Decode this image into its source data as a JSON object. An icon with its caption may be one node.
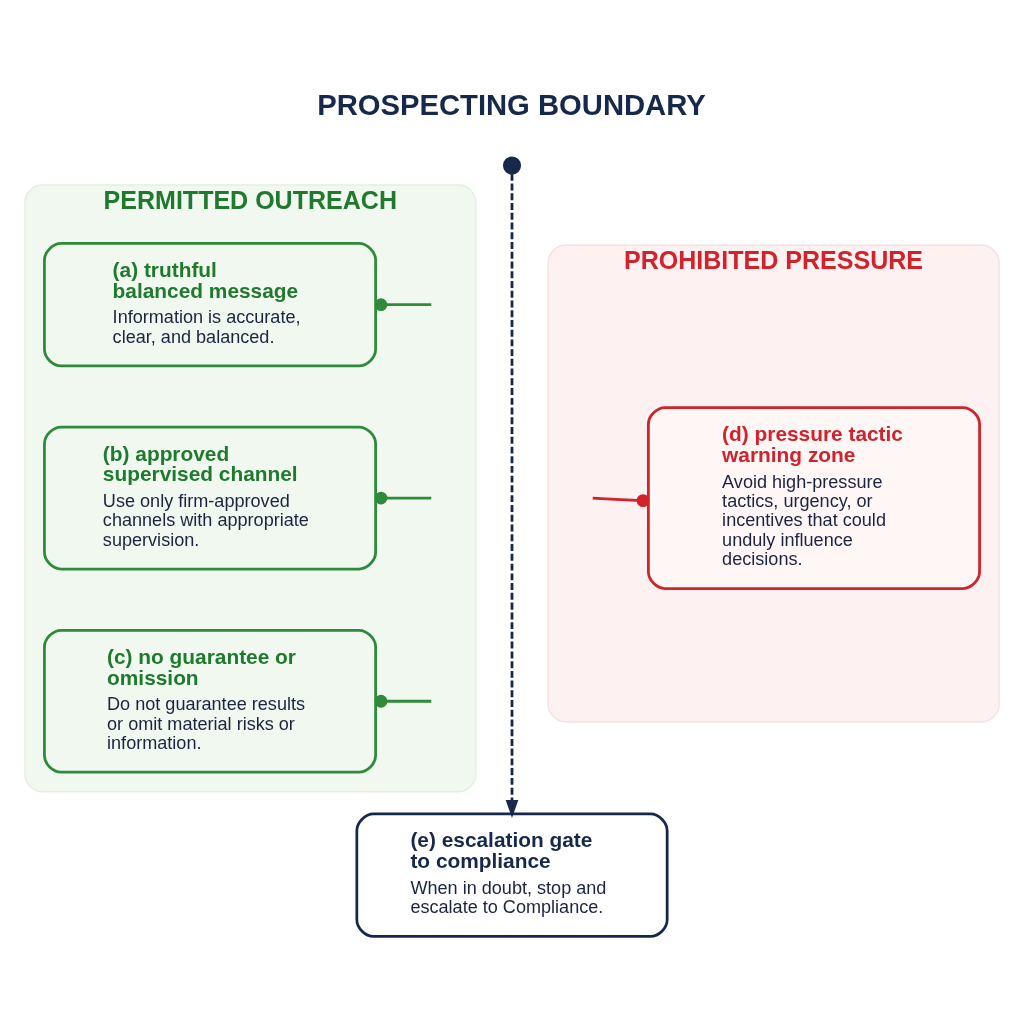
{
  "diagram": {
    "title": "PROSPECTING BOUNDARY",
    "nodes": [
      {
        "text": [],
        "shape": "circle"
      },
      {
        "text": [
          "PERMITTED OUTREACH"
        ]
      },
      {
        "text": [
          "(a) truthful balanced message",
          "Information is accurate, clear, and balanced."
        ],
        "in": 1
      },
      {
        "text": [
          "(b) approved supervised channel",
          "Use only firm-approved channels with appropriate supervision."
        ],
        "in": 1
      },
      {
        "text": [
          "(c) no guarantee or omission",
          "Do not guarantee results or omit material risks or information."
        ],
        "in": 1
      },
      {
        "text": [
          "PROHIBITED PRESSURE"
        ]
      },
      {
        "text": [
          "(d) pressure tactic warning zone",
          "Avoid high-pressure tactics, urgency, or incentives that could unduly influence decisions."
        ],
        "in": 5
      },
      {
        "text": [
          "(e) escalation gate to compliance",
          "When in doubt, stop and escalate to Compliance."
        ]
      }
    ],
    "edges": [
      {
        "from": 0,
        "to": 7,
        "arrow": "to",
        "style": "dashed",
        "color": "#16294b"
      },
      {
        "from": 2,
        "to": null,
        "arrow": "other"
      },
      {
        "from": 3,
        "to": null,
        "arrow": "other"
      },
      {
        "from": 4,
        "to": null,
        "arrow": "other"
      },
      {
        "from": 6,
        "to": null,
        "arrow": "other",
        "color": "#d2222b"
      }
    ]
  }
}
